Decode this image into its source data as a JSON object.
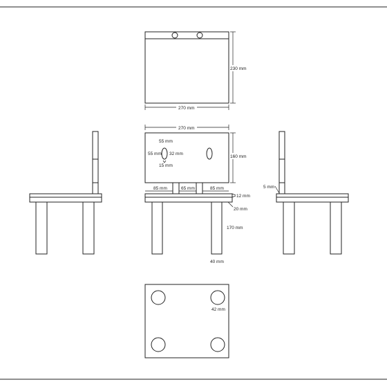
{
  "drawing": {
    "title": "",
    "dimensions": {
      "top_width": "270 mm",
      "top_height": "230 mm",
      "back_width": "270 mm",
      "back_height": "160 mm",
      "hole_top_spacing": "55 mm",
      "hole_height": "55 mm",
      "hole_width": "32 mm",
      "hole_bottom": "15 mm",
      "left_gap": "85 mm",
      "mid_gap": "65 mm",
      "right_gap": "85 mm",
      "seat_thickness": "12 mm",
      "apron_thickness": "20 mm",
      "leg_height": "170 mm",
      "leg_width": "40 mm",
      "side_offset": "5 mm",
      "hole_diameter": "42 mm"
    }
  }
}
